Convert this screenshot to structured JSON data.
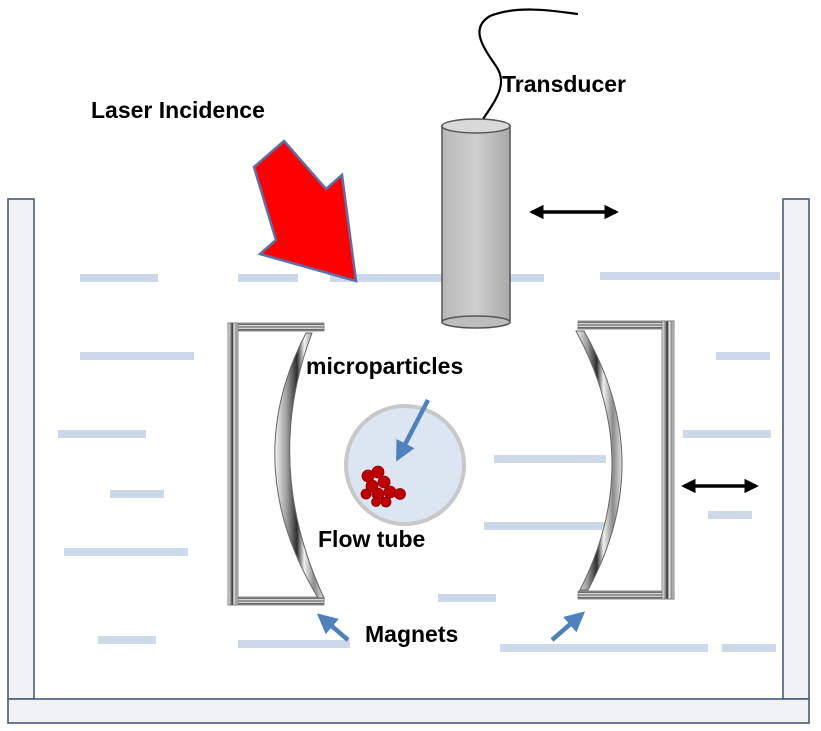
{
  "labels": {
    "laser": "Laser Incidence",
    "transducer": "Transducer",
    "microparticles": "microparticles",
    "flow_tube": "Flow tube",
    "magnets": "Magnets"
  },
  "colors": {
    "laser_arrow": "#ff0000",
    "laser_arrow_edge": "#5b6fa8",
    "pointer_arrow": "#4f81bd",
    "water_dash": "#cdd9ea",
    "tank_wall": "#f1f2f4",
    "tank_edge": "#4a5a7a",
    "transducer_body": "#c2c2c2",
    "flow_tube": "#dce6f2",
    "flow_tube_rim": "#c8c8c8",
    "particles": "#c00000",
    "motion_arrow": "#000000"
  }
}
